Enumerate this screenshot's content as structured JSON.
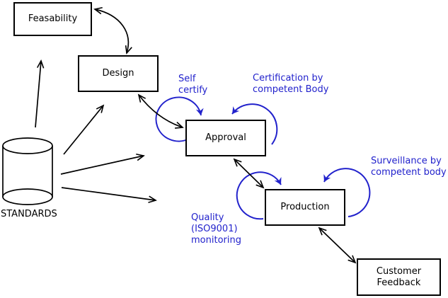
{
  "diagram": {
    "colors": {
      "background": "#ffffff",
      "line": "#000000",
      "annotation": "#2222cc"
    },
    "nodes": [
      {
        "label": "Feasability"
      },
      {
        "label": "Design"
      },
      {
        "label": "Approval"
      },
      {
        "label": "Production"
      },
      {
        "label": "Customer\nFeedback"
      }
    ],
    "datastore": {
      "label": "STANDARDS"
    },
    "annotations": [
      {
        "label": "Self\ncertify"
      },
      {
        "label": "Certification by\ncompetent Body"
      },
      {
        "label": "Surveillance by\ncompetent body"
      },
      {
        "label": "Quality\n(ISO9001)\nmonitoring"
      }
    ]
  }
}
